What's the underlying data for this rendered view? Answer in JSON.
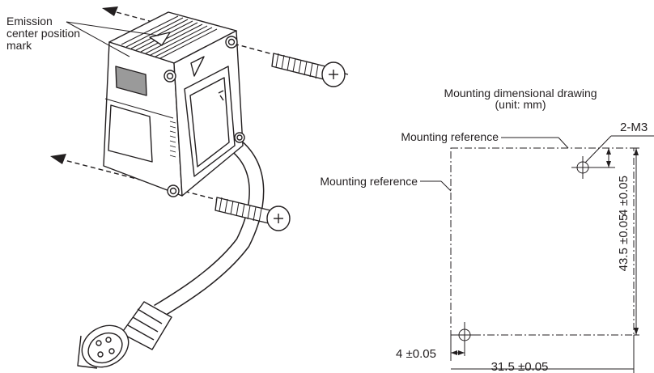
{
  "sensor": {
    "emission_label_line1": "Emission",
    "emission_label_line2": "center position",
    "emission_label_line3": "mark"
  },
  "drawing": {
    "title_line1": "Mounting dimensional drawing",
    "title_line2": "(unit: mm)",
    "mounting_reference_top": "Mounting reference",
    "mounting_reference_left": "Mounting reference",
    "hole_spec": "2-M3",
    "dim_hole_vertical": "4 ±0.05",
    "dim_total_vertical": "43.5 ±0.05",
    "dim_hole_horizontal": "4 ±0.05",
    "dim_total_horizontal": "31.5 ±0.05"
  },
  "colors": {
    "line": "#231f20",
    "body_fill": "#ffffff",
    "window_fill": "#9a9a9a"
  }
}
